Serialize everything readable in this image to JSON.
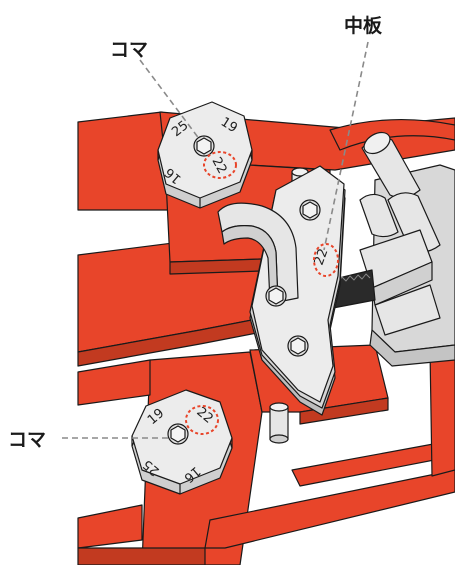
{
  "labels": {
    "top_left": "コマ",
    "top_right": "中板",
    "bottom_left": "コマ"
  },
  "top_piece": {
    "n_top": "25",
    "n_right": "19",
    "n_left": "16",
    "n_highlight": "22"
  },
  "plate": {
    "n_highlight": "22"
  },
  "bottom_piece": {
    "n_top": "19",
    "n_right": "22",
    "n_left": "25",
    "n_bottom": "16"
  },
  "colors": {
    "frame_red": "#e8452a",
    "frame_dark": "#c23a20",
    "metal_light": "#e6e6e6",
    "metal_mid": "#cfcfcf",
    "metal_dark": "#9a9a9a",
    "highlight": "#e8452a",
    "line": "#333333"
  }
}
